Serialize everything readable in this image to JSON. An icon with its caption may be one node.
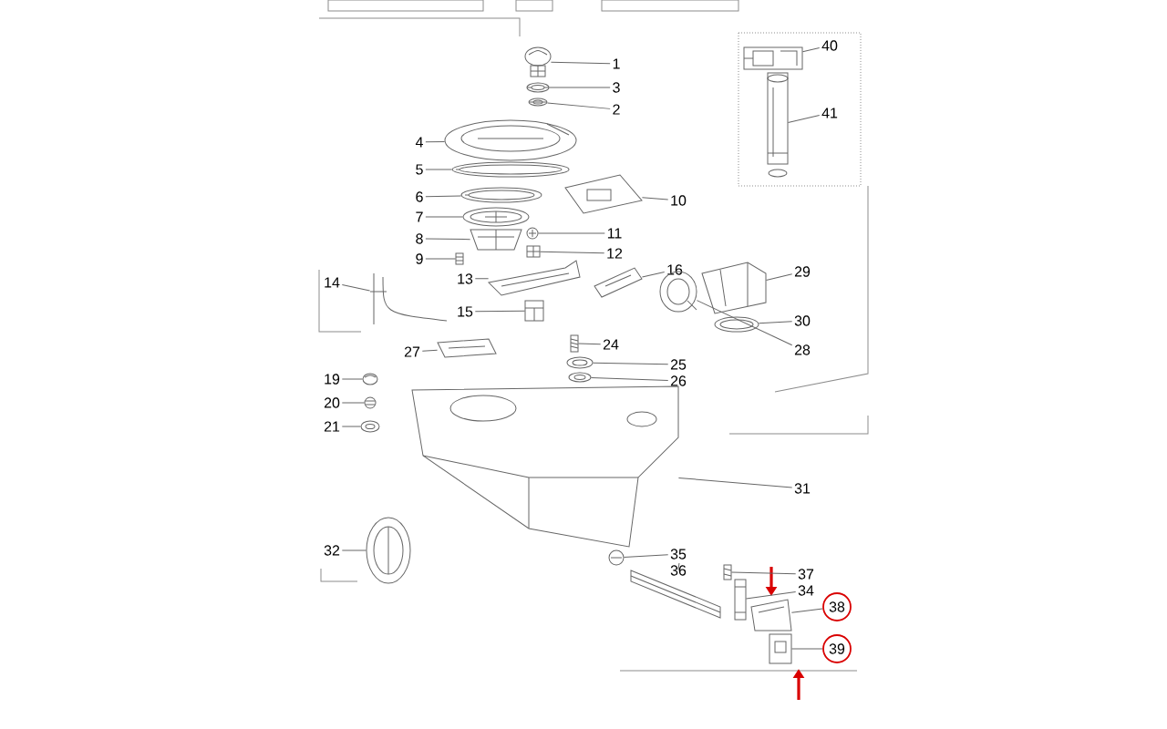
{
  "diagram": {
    "nodes": [
      {
        "text": [
          "1"
        ]
      },
      {
        "text": [
          "3"
        ]
      },
      {
        "text": [
          "2"
        ]
      },
      {
        "text": [
          "40"
        ]
      },
      {
        "text": [
          "41"
        ]
      },
      {
        "text": [
          "4"
        ]
      },
      {
        "text": [
          "5"
        ]
      },
      {
        "text": [
          "6"
        ]
      },
      {
        "text": [
          "7"
        ]
      },
      {
        "text": [
          "8"
        ]
      },
      {
        "text": [
          "9"
        ]
      },
      {
        "text": [
          "10"
        ]
      },
      {
        "text": [
          "11"
        ]
      },
      {
        "text": [
          "12"
        ]
      },
      {
        "text": [
          "13"
        ]
      },
      {
        "text": [
          "14"
        ]
      },
      {
        "text": [
          "16"
        ]
      },
      {
        "text": [
          "29"
        ]
      },
      {
        "text": [
          "15"
        ]
      },
      {
        "text": [
          "24"
        ]
      },
      {
        "text": [
          "30"
        ]
      },
      {
        "text": [
          "28"
        ]
      },
      {
        "text": [
          "27"
        ]
      },
      {
        "text": [
          "25"
        ]
      },
      {
        "text": [
          "26"
        ]
      },
      {
        "text": [
          "19"
        ]
      },
      {
        "text": [
          "20"
        ]
      },
      {
        "text": [
          "21"
        ]
      },
      {
        "text": [
          "31"
        ]
      },
      {
        "text": [
          "32"
        ]
      },
      {
        "text": [
          "35"
        ]
      },
      {
        "text": [
          "36"
        ]
      },
      {
        "text": [
          "37"
        ]
      },
      {
        "text": [
          "34"
        ]
      },
      {
        "text": [
          "38"
        ]
      },
      {
        "text": [
          "39"
        ]
      },
      {
        "text": [],
        "shape": "picture"
      },
      {
        "text": [],
        "shape": "picture"
      },
      {
        "text": [],
        "shape": "picture"
      },
      {
        "text": [],
        "shape": "picture"
      },
      {
        "text": [],
        "shape": "picture"
      },
      {
        "text": [],
        "shape": "picture"
      },
      {
        "text": [],
        "shape": "picture"
      },
      {
        "text": [],
        "shape": "picture"
      },
      {
        "text": [],
        "shape": "picture"
      },
      {
        "text": [],
        "shape": "picture"
      },
      {
        "text": [],
        "shape": "picture"
      },
      {
        "text": [],
        "shape": "picture"
      },
      {
        "text": [],
        "shape": "picture"
      },
      {
        "text": [],
        "shape": "picture"
      },
      {
        "text": [],
        "shape": "picture"
      },
      {
        "text": [],
        "shape": "picture"
      },
      {
        "text": [],
        "shape": "picture"
      },
      {
        "text": [],
        "shape": "picture"
      },
      {
        "text": [],
        "shape": "picture"
      },
      {
        "text": [],
        "shape": "picture"
      },
      {
        "text": [],
        "shape": "picture"
      },
      {
        "text": [],
        "shape": "picture"
      },
      {
        "text": [],
        "shape": "picture"
      },
      {
        "text": [],
        "shape": "picture"
      },
      {
        "text": [],
        "shape": "picture"
      },
      {
        "text": [],
        "shape": "picture"
      },
      {
        "text": [],
        "shape": "picture"
      },
      {
        "text": [],
        "shape": "picture"
      },
      {
        "text": [],
        "shape": "picture"
      },
      {
        "text": [],
        "shape": "picture"
      },
      {
        "text": [],
        "shape": "picture"
      },
      {
        "text": [],
        "shape": "picture"
      },
      {
        "text": [],
        "shape": "picture"
      },
      {
        "text": [],
        "shape": "picture"
      },
      {
        "text": [],
        "shape": "picture"
      },
      {
        "text": [],
        "shape": "picture"
      }
    ],
    "edges": [
      {
        "from": 0,
        "to": 36,
        "arrow": "none"
      },
      {
        "from": 1,
        "to": 37,
        "arrow": "none"
      },
      {
        "from": 2,
        "to": 38,
        "arrow": "none"
      },
      {
        "from": 3,
        "to": 39,
        "arrow": "none"
      },
      {
        "from": 4,
        "to": 40,
        "arrow": "none"
      },
      {
        "from": 5,
        "to": 41,
        "arrow": "none"
      },
      {
        "from": 6,
        "to": 42,
        "arrow": "none"
      },
      {
        "from": 7,
        "to": 43,
        "arrow": "none"
      },
      {
        "from": 8,
        "to": 44,
        "arrow": "none"
      },
      {
        "from": 9,
        "to": 45,
        "arrow": "none"
      },
      {
        "from": 10,
        "to": 46,
        "arrow": "none"
      },
      {
        "from": 11,
        "to": 47,
        "arrow": "none"
      },
      {
        "from": 12,
        "to": 48,
        "arrow": "none"
      },
      {
        "from": 13,
        "to": 49,
        "arrow": "none"
      },
      {
        "from": 14,
        "to": 50,
        "arrow": "none"
      },
      {
        "from": 15,
        "to": 51,
        "arrow": "none"
      },
      {
        "from": 16,
        "to": 52,
        "arrow": "none"
      },
      {
        "from": 17,
        "to": 53,
        "arrow": "none"
      },
      {
        "from": 18,
        "to": 54,
        "arrow": "none"
      },
      {
        "from": 19,
        "to": 55,
        "arrow": "none"
      },
      {
        "from": 20,
        "to": 56,
        "arrow": "none"
      },
      {
        "from": 21,
        "to": 57,
        "arrow": "none"
      },
      {
        "from": 22,
        "to": 58,
        "arrow": "none"
      },
      {
        "from": 23,
        "to": 59,
        "arrow": "none"
      },
      {
        "from": 24,
        "to": 60,
        "arrow": "none"
      },
      {
        "from": 25,
        "to": 61,
        "arrow": "none"
      },
      {
        "from": 26,
        "to": 62,
        "arrow": "none"
      },
      {
        "from": 27,
        "to": 63,
        "arrow": "none"
      },
      {
        "from": 28,
        "to": 64,
        "arrow": "none"
      },
      {
        "from": 29,
        "to": 65,
        "arrow": "none"
      },
      {
        "from": 30,
        "to": 66,
        "arrow": "none"
      },
      {
        "from": 31,
        "to": 67,
        "arrow": "none"
      },
      {
        "from": 32,
        "to": 68,
        "arrow": "none"
      },
      {
        "from": 33,
        "to": 69,
        "arrow": "none"
      },
      {
        "from": 34,
        "to": 70,
        "arrow": "none"
      },
      {
        "from": 35,
        "to": 71,
        "arrow": "none"
      }
    ]
  }
}
